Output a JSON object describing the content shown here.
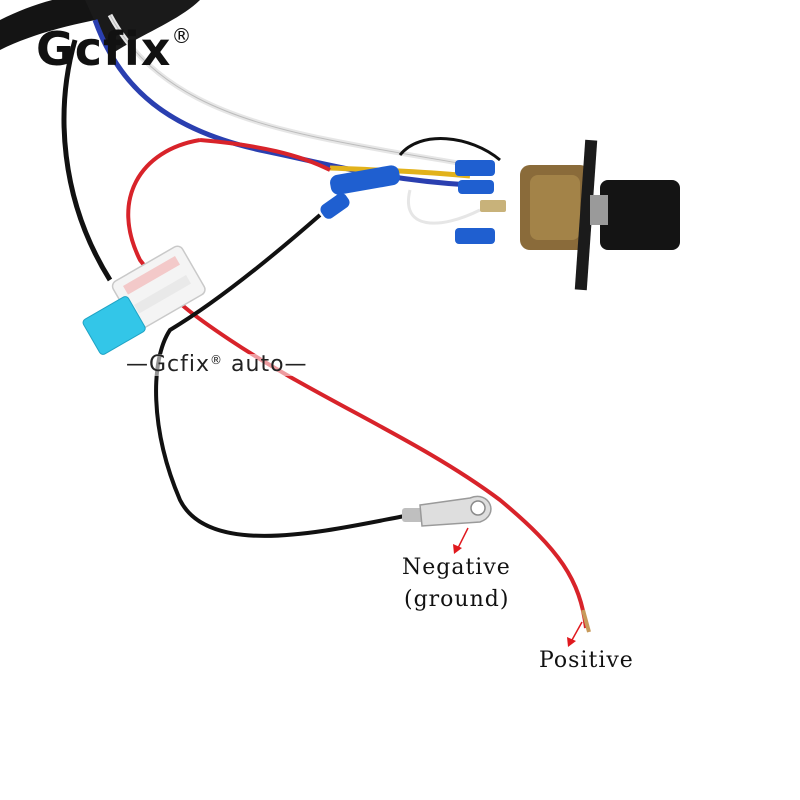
{
  "brand": {
    "logo_text": "Gcfix",
    "logo_mark": "®",
    "watermark_prefix": "—Gcfix",
    "watermark_mark": "®",
    "watermark_suffix": " auto—"
  },
  "labels": {
    "negative": "Negative",
    "ground": "(ground)",
    "positive": "Positive"
  },
  "colors": {
    "wire_red": "#d8232a",
    "wire_black": "#111111",
    "wire_blue": "#2a3fb0",
    "wire_white": "#e8e8e8",
    "wire_yellow": "#e2b21b",
    "terminal_blue": "#1f5fd0",
    "fuse_cyan": "#33c6e8",
    "pointer_red": "#e0191e"
  }
}
